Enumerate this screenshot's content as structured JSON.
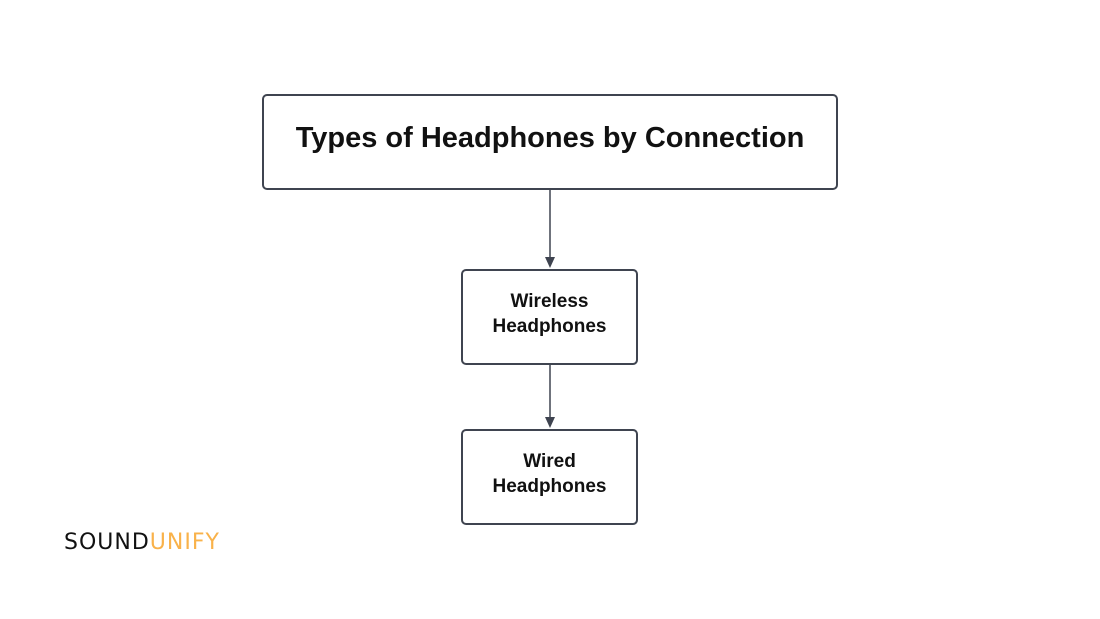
{
  "diagram": {
    "title": "Types of Headphones by Connection",
    "nodes": [
      {
        "id": "root",
        "line1": "Types of Headphones by Connection"
      },
      {
        "id": "wireless",
        "line1": "Wireless",
        "line2": "Headphones"
      },
      {
        "id": "wired",
        "line1": "Wired",
        "line2": "Headphones"
      }
    ],
    "edges": [
      {
        "from": "root",
        "to": "wireless"
      },
      {
        "from": "wireless",
        "to": "wired"
      }
    ],
    "colors": {
      "border": "#3f4450",
      "text": "#111111",
      "logo_accent": "#f9b24a"
    }
  },
  "logo": {
    "part1": "SOUND",
    "part2": "UNIFY"
  }
}
